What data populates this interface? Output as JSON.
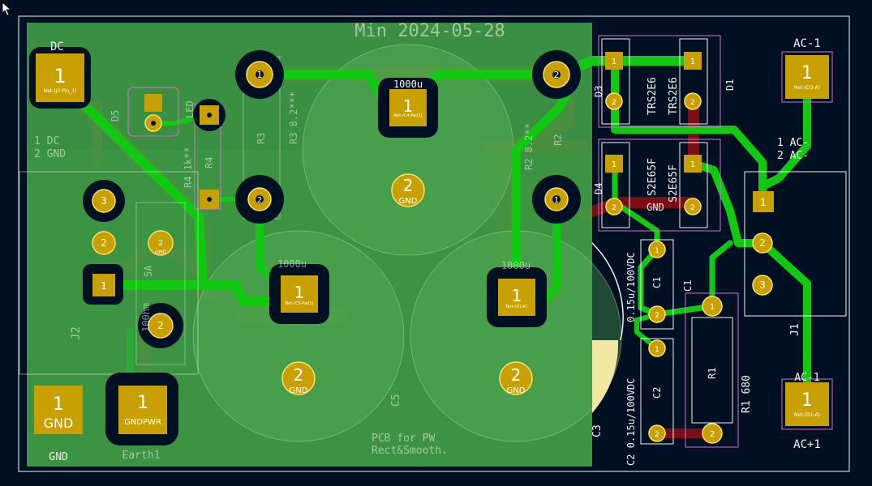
{
  "board": {
    "title": "Min 2024-05-28",
    "note_line1": "PCB for PW",
    "note_line2": "Rect&Smooth.",
    "colors": {
      "background": "#001023",
      "copper_front": "#12c912",
      "copper_back": "#7a0e14",
      "pad_gold": "#c8a000",
      "zone_fill": "#43a047",
      "silkscreen": "#f2f2f2",
      "courtyard": "#d36fd3",
      "edge": "#c9d0d6"
    }
  },
  "labels": {
    "dc": "DC",
    "dc_pin1": "1 DC",
    "dc_pin2": "2 GND",
    "ac1_top": "AC-1",
    "ac1_bot": "AC-1",
    "ac_plus": "AC+1",
    "ac_pins1": "1 AC-",
    "ac_pins2": "2 AC-",
    "d5": "D5",
    "led": "LED",
    "r3": "R3",
    "r3_val": "R3 8.2***",
    "r4": "R4",
    "r4_val": "R4 1k**",
    "r2": "R2",
    "r2_val": "R2 8.2**",
    "j2": "J2",
    "fuse": "5A",
    "res_100": "100hm",
    "gnd_label": "GND",
    "earth1": "Earth1",
    "c5": "C5",
    "c3": "C3",
    "c1": "C1",
    "c1_val": "C1",
    "c2": "C2",
    "c2_val": "C2  0.15u/100VDC",
    "c1_rating": "0.15u/100VDC",
    "r1": "R1",
    "r1_val": "R1 680",
    "j1": "J1",
    "d1": "D1",
    "d3": "D3",
    "d4": "D4",
    "trs1": "TRS2E6",
    "trs2": "TRS2E6",
    "s2e1": "S2E65F",
    "s2e2": "S2E65F",
    "gnd_net": "GND",
    "cap_1000_a": "1000u",
    "cap_1000_b": "1000u",
    "cap_1000_c": "1000u"
  },
  "pads": {
    "dc1": "1",
    "dc1_net": "Net-(J2-Pin_1)",
    "gnd_big": "1",
    "gnd_big_txt": "GND",
    "gndpwr": "1",
    "gndpwr_txt": "GNDPWR",
    "ac_top": "1",
    "ac_top_net": "Net-(D3-A)",
    "ac_bot": "1",
    "ac_bot_net": "Net-(D1-A)",
    "cap_top": "1",
    "cap_top_net": "Net-(C4-Pad1)",
    "cap_gnd": "2",
    "cap_gnd_txt": "GND",
    "c5_p1": "1",
    "c5_p1_net": "Net-(C5-Pad1)",
    "c5_gnd": "2",
    "c5_gnd_txt": "GND",
    "c3_p1": "1",
    "c3_p1_net": "Net-(D1-K)",
    "c3_gnd": "2",
    "c3_gnd_txt": "GND",
    "j2_1": "1",
    "j2_2": "2",
    "j2_3": "3",
    "j1_1": "1",
    "j1_2": "2",
    "j1_3": "3",
    "r_a": "1",
    "r_b": "2",
    "gnd_small": "GND",
    "one": "1",
    "two": "2"
  }
}
